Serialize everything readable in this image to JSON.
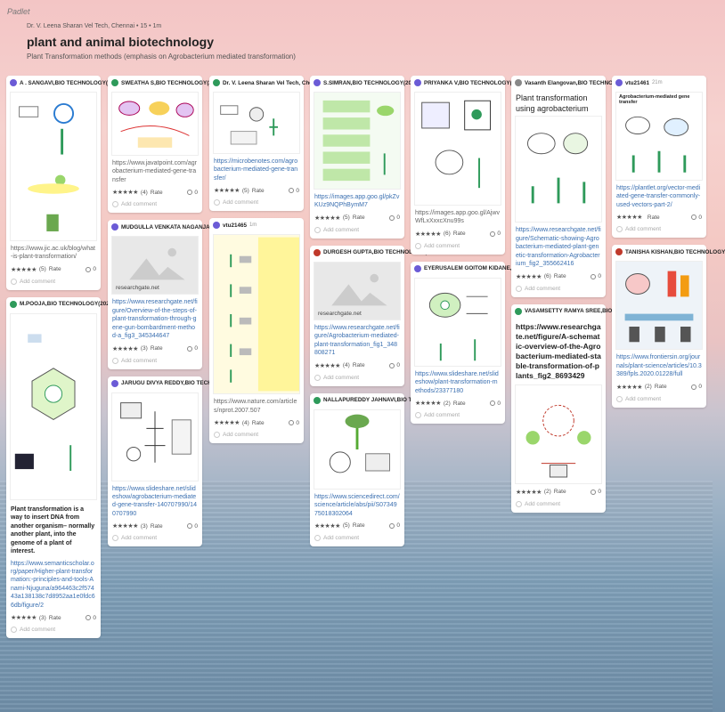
{
  "app": {
    "logo": "Padlet"
  },
  "header": {
    "meta": "Dr. V. Leena Sharan Vel Tech, Chennai • 15 • 1m",
    "title": "plant and animal biotechnology",
    "subtitle": "Plant Transformation methods (emphasis on Agrobacterium mediated transformation)"
  },
  "labels": {
    "rate": "Rate",
    "add_comment": "Add comment",
    "stars": "★★★★★"
  },
  "cards": {
    "c1": {
      "author": "A . SANGAVI,BIO TECHNOLOGY(2021)",
      "link": "https://www.jic.ac.uk/blog/what-is-plant-transformation/",
      "rating_count": "(5)",
      "comments": "0"
    },
    "c2": {
      "author": "M.POOJA,BIO TECHNOLOGY(2021) V",
      "text": "Plant transformation is a way to insert DNA from another organism– normally another plant, into the genome of a plant of interest.",
      "link": "https://www.semanticscholar.org/paper/Higher-plant-transformation:-principles-and-tools-Anami-Njuguna/a964463c2f57443a138138c7d8952aa1e0fdc66db/figure/2",
      "rating_count": "(3)",
      "comments": "0"
    },
    "c3": {
      "author": "SWEATHA S,BIO TECHNOLOGY(2021)",
      "link": "https://www.javatpoint.com/agrobacterium-mediated-gene-transfer",
      "rating_count": "(4)",
      "comments": "0"
    },
    "c4": {
      "author": "MUDGULLA VENKATA NAGANJALI DE",
      "chip": "researchgate.net",
      "link": "https://www.researchgate.net/figure/Overview-of-the-steps-of-plant-transformation-through-gene-gun-bombardment-method-a_fig3_345344647",
      "rating_count": "(3)",
      "comments": "0"
    },
    "c5": {
      "author": "JARUGU DIVYA REDDY,BIO TECHNOL",
      "link": "https://www.slideshare.net/slideshow/agrobacterium-mediated-gene-transfer-140707990/140707990",
      "rating_count": "(3)",
      "comments": "0"
    },
    "c6": {
      "author": "Dr. V. Leena Sharan Vel Tech, Chennai",
      "link": "https://microbenotes.com/agrobacterium-mediated-gene-transfer/",
      "rating_count": "(5)",
      "comments": "0"
    },
    "c7": {
      "author": "vtu21465",
      "age": "1m",
      "link": "https://www.nature.com/articles/nprot.2007.507",
      "rating_count": "(4)",
      "comments": "0"
    },
    "c8": {
      "author": "S.SIMRAN,BIO TECHNOLOGY(2021) V",
      "link": "https://images.app.goo.gl/pkZvKUz9NQPhBymM7",
      "rating_count": "(5)",
      "comments": "0"
    },
    "c9": {
      "author": "DURGESH GUPTA,BIO TECHNOLOGY(2",
      "chip": "researchgate.net",
      "link": "https://www.researchgate.net/figure/Agrobacterium-mediated-plant-transformation_fig1_348808271",
      "rating_count": "(4)",
      "comments": "0"
    },
    "c10": {
      "author": "NALLAPUREDDY JAHNAVI,BIO TECH",
      "link": "https://www.sciencedirect.com/science/article/abs/pii/S0734975018302064",
      "rating_count": "(5)",
      "comments": "0"
    },
    "c11": {
      "author": "PRIYANKA V,BIO TECHNOLOGY(2021)",
      "link": "https://images.app.goo.gl/AjwvWfLxXxxcXnu99s",
      "rating_count": "(6)",
      "comments": "0"
    },
    "c12": {
      "author": "EYERUSALEM GOITOM KIDANE,BIO T",
      "link": "https://www.slideshare.net/slideshow/plant-transformation-methods/23377180",
      "rating_count": "(2)",
      "comments": "0"
    },
    "c13": {
      "author": "Vasanth Elangovan,BIO TECHNOLOGY",
      "title": "Plant transformation using agrobacterium",
      "link": "https://www.researchgate.net/figure/Schematic-showing-Agrobacterium-mediated-plant-genetic-transformation-Agrobacterium_fig2_355662416",
      "rating_count": "(6)",
      "comments": "0"
    },
    "c14": {
      "author": "VASAMSETTY RAMYA SREE,BIO TECH",
      "link": "https://www.researchgate.net/figure/A-schematic-overview-of-the-Agrobacterium-mediated-stable-transformation-of-plants_fig2_8693429",
      "rating_count": "(2)",
      "comments": "0"
    },
    "c15": {
      "author": "vtu21461",
      "age": "21m",
      "fig_title": "Agrobacterium-mediated gene transfer",
      "link": "https://plantlet.org/vector-mediated-gene-transfer-commonly-used-vectors-part-2/",
      "rating_count": "",
      "comments": "0"
    },
    "c16": {
      "author": "TANISHA KISHAN,BIO TECHNOLOGY",
      "link": "https://www.frontiersin.org/journals/plant-science/articles/10.3389/fpls.2020.01228/full",
      "rating_count": "(2)",
      "comments": "0"
    }
  },
  "colors": {
    "link": "#3a6fb0",
    "avatar_a": "#6b5bd6",
    "avatar_b": "#2e9a5a",
    "avatar_c": "#c0392b"
  }
}
